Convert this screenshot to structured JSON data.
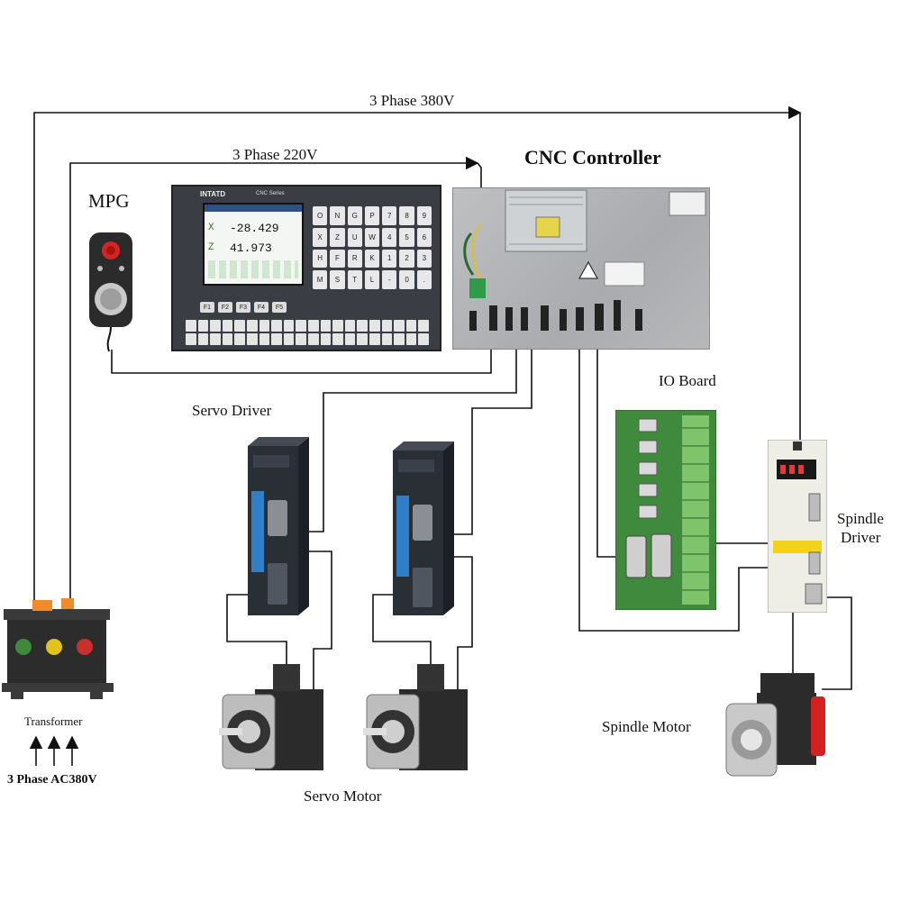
{
  "labels": {
    "phase380": "3 Phase 380V",
    "phase220": "3 Phase 220V",
    "cnc_controller": "CNC Controller",
    "mpg": "MPG",
    "io_board": "IO Board",
    "servo_driver": "Servo Driver",
    "spindle_driver_line1": "Spindle",
    "spindle_driver_line2": "Driver",
    "transformer": "Transformer",
    "input_power": "3 Phase AC380V",
    "servo_motor": "Servo Motor",
    "spindle_motor": "Spindle Motor"
  },
  "panel": {
    "brand": "INTATD",
    "series": "CNC Series",
    "axis_x_label": "X",
    "axis_x_value": "-28.429",
    "axis_z_label": "Z",
    "axis_z_value": "41.973",
    "fkeys": [
      "F1",
      "F2",
      "F3",
      "F4",
      "F5"
    ],
    "keys": [
      "O",
      "N",
      "G",
      "P",
      "7",
      "8",
      "9",
      "X",
      "Z",
      "U",
      "W",
      "4",
      "5",
      "6",
      "H",
      "F",
      "R",
      "K",
      "1",
      "2",
      "3",
      "M",
      "S",
      "T",
      "L",
      "-",
      "0",
      "."
    ]
  },
  "colors": {
    "wire": "#111111",
    "panel": "#3a3d44",
    "io_board": "#3f8a3c",
    "spindle_driver": "#efeee6",
    "transformer": "#2c2c2c",
    "servo_driver": "#2a2f36",
    "servo_stripe": "#2f7fc6",
    "motor": "#2b2b2b",
    "spindle_motor_accent": "#d42020"
  }
}
